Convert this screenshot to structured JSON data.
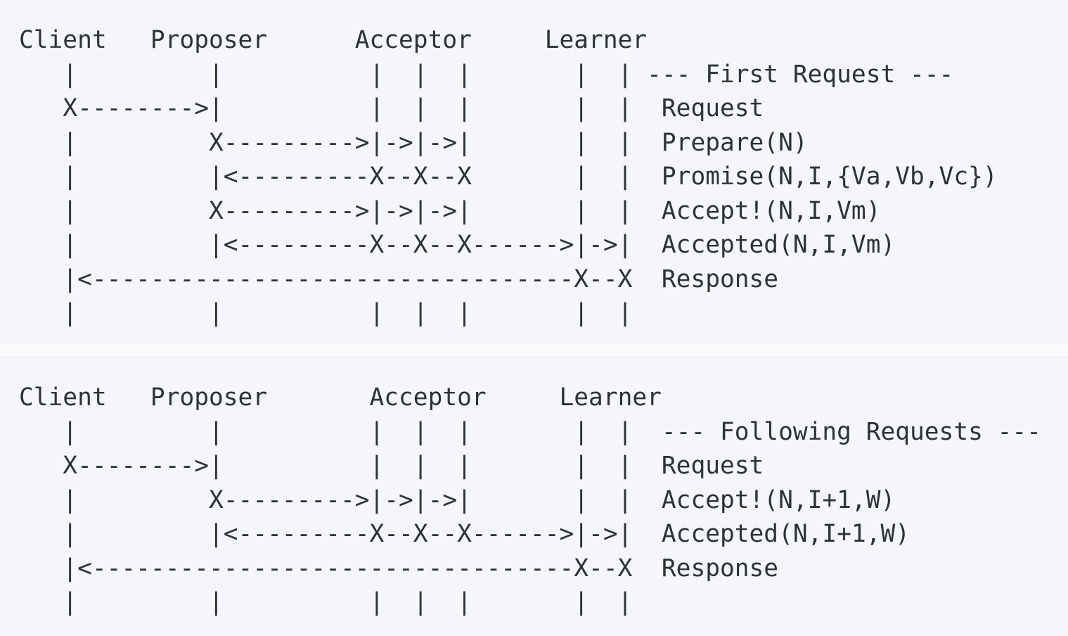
{
  "colors": {
    "block_background": "#f4f6f9",
    "page_background": "#f9fafc",
    "text": "#2e3338",
    "divider": "#e4e7eb"
  },
  "diagram1": {
    "title": "--- First Request ---",
    "participants": [
      "Client",
      "Proposer",
      "Acceptor",
      "Learner"
    ],
    "messages": [
      "Request",
      "Prepare(N)",
      "Promise(N,I,{Va,Vb,Vc})",
      "Accept!(N,I,Vm)",
      "Accepted(N,I,Vm)",
      "Response"
    ],
    "ascii_lines": [
      "Client   Proposer      Acceptor     Learner",
      "   |         |          |  |  |       |  | --- First Request ---",
      "   X-------->|          |  |  |       |  |  Request",
      "   |         X--------->|->|->|       |  |  Prepare(N)",
      "   |         |<---------X--X--X       |  |  Promise(N,I,{Va,Vb,Vc})",
      "   |         X--------->|->|->|       |  |  Accept!(N,I,Vm)",
      "   |         |<---------X--X--X------>|->|  Accepted(N,I,Vm)",
      "   |<---------------------------------X--X  Response",
      "   |         |          |  |  |       |  |"
    ]
  },
  "diagram2": {
    "title": "--- Following Requests ---",
    "participants": [
      "Client",
      "Proposer",
      "Acceptor",
      "Learner"
    ],
    "messages": [
      "Request",
      "Accept!(N,I+1,W)",
      "Accepted(N,I+1,W)",
      "Response"
    ],
    "ascii_lines": [
      "Client   Proposer       Acceptor     Learner",
      "   |         |          |  |  |       |  |  --- Following Requests ---",
      "   X-------->|          |  |  |       |  |  Request",
      "   |         X--------->|->|->|       |  |  Accept!(N,I+1,W)",
      "   |         |<---------X--X--X------>|->|  Accepted(N,I+1,W)",
      "   |<---------------------------------X--X  Response",
      "   |         |          |  |  |       |  |"
    ]
  }
}
